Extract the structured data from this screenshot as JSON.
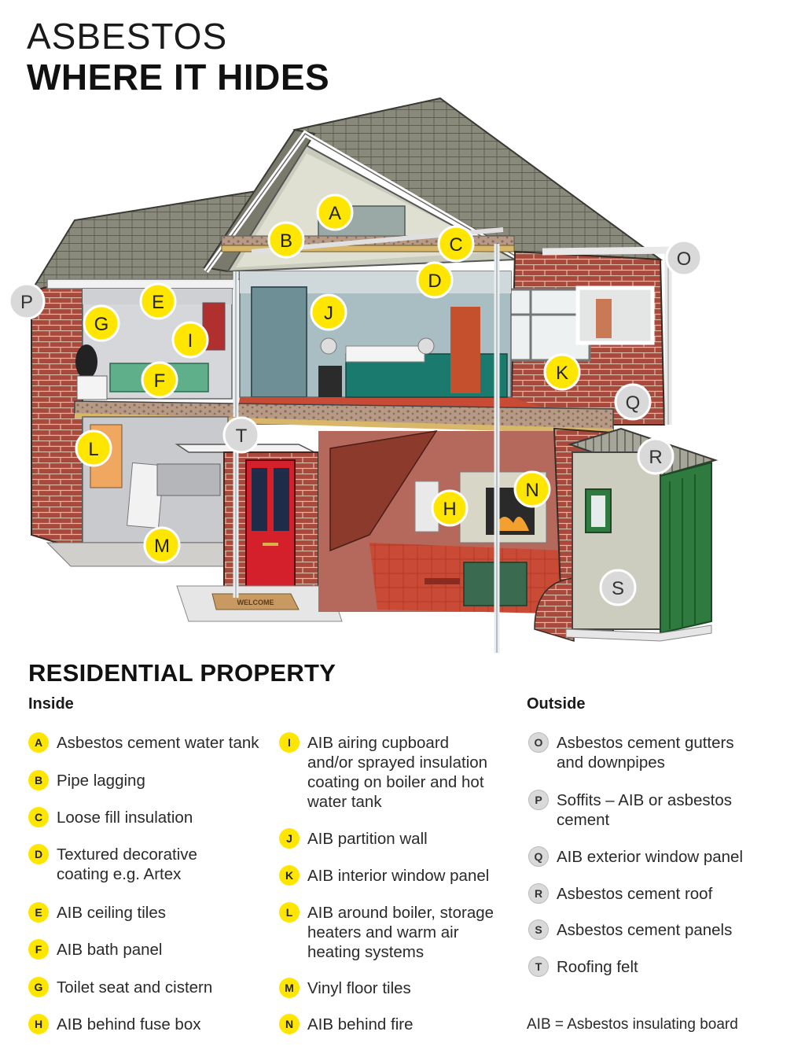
{
  "header": {
    "title_line1": "ASBESTOS",
    "title_line2": "WHERE IT HIDES"
  },
  "illustration": {
    "doormat_text": "WELCOME",
    "markers": [
      {
        "letter": "A",
        "type": "inside"
      },
      {
        "letter": "B",
        "type": "inside"
      },
      {
        "letter": "C",
        "type": "inside"
      },
      {
        "letter": "D",
        "type": "inside"
      },
      {
        "letter": "E",
        "type": "inside"
      },
      {
        "letter": "F",
        "type": "inside"
      },
      {
        "letter": "G",
        "type": "inside"
      },
      {
        "letter": "H",
        "type": "inside"
      },
      {
        "letter": "I",
        "type": "inside"
      },
      {
        "letter": "J",
        "type": "inside"
      },
      {
        "letter": "K",
        "type": "inside"
      },
      {
        "letter": "L",
        "type": "inside"
      },
      {
        "letter": "M",
        "type": "inside"
      },
      {
        "letter": "N",
        "type": "inside"
      },
      {
        "letter": "O",
        "type": "outside"
      },
      {
        "letter": "P",
        "type": "outside"
      },
      {
        "letter": "Q",
        "type": "outside"
      },
      {
        "letter": "R",
        "type": "outside"
      },
      {
        "letter": "S",
        "type": "outside"
      },
      {
        "letter": "T",
        "type": "outside"
      }
    ]
  },
  "legend": {
    "section_title": "RESIDENTIAL PROPERTY",
    "inside_heading": "Inside",
    "outside_heading": "Outside",
    "inside_col1": [
      {
        "letter": "A",
        "text": "Asbestos cement water tank"
      },
      {
        "letter": "B",
        "text": "Pipe lagging"
      },
      {
        "letter": "C",
        "text": "Loose fill insulation"
      },
      {
        "letter": "D",
        "text": "Textured decorative\ncoating e.g. Artex"
      },
      {
        "letter": "E",
        "text": "AIB ceiling tiles"
      },
      {
        "letter": "F",
        "text": "AIB bath panel"
      },
      {
        "letter": "G",
        "text": "Toilet seat and cistern"
      },
      {
        "letter": "H",
        "text": "AIB behind fuse box"
      }
    ],
    "inside_col2": [
      {
        "letter": "I",
        "text": "AIB airing cupboard\nand/or sprayed insulation\ncoating on boiler and hot\nwater tank"
      },
      {
        "letter": "J",
        "text": "AIB partition wall"
      },
      {
        "letter": "K",
        "text": "AIB interior window panel"
      },
      {
        "letter": "L",
        "text": "AIB around boiler, storage\nheaters and warm air\nheating systems"
      },
      {
        "letter": "M",
        "text": "Vinyl floor tiles"
      },
      {
        "letter": "N",
        "text": "AIB behind fire"
      }
    ],
    "outside": [
      {
        "letter": "O",
        "text": "Asbestos cement gutters\nand downpipes"
      },
      {
        "letter": "P",
        "text": "Soffits – AIB or asbestos\ncement"
      },
      {
        "letter": "Q",
        "text": "AIB exterior window panel"
      },
      {
        "letter": "R",
        "text": "Asbestos cement roof"
      },
      {
        "letter": "S",
        "text": "Asbestos cement panels"
      },
      {
        "letter": "T",
        "text": "Roofing felt"
      }
    ],
    "footnote": "AIB = Asbestos insulating board"
  },
  "colors": {
    "inside_marker": "#ffe600",
    "outside_marker": "#d9d9d9",
    "brick": "#a8493b",
    "roof": "#8a8a7c",
    "door": "#d4202a",
    "carpet_green": "#1b7a6e"
  }
}
